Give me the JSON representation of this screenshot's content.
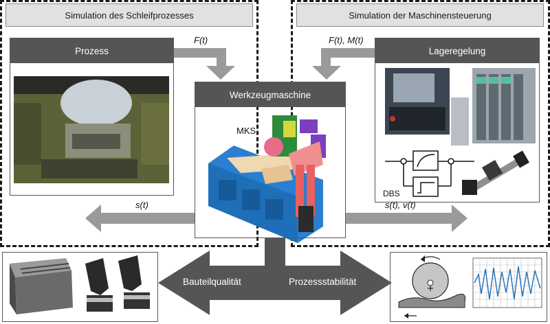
{
  "panels": {
    "left_title": "Simulation des Schleifprozesses",
    "right_title": "Simulation der Maschinensteuerung"
  },
  "boxes": {
    "prozess": "Prozess",
    "werkzeugmaschine": "Werkzeugmaschine",
    "lageregelung": "Lageregelung"
  },
  "labels": {
    "mks": "MKS",
    "dbs": "DBS"
  },
  "signals": {
    "left_in": "F(t)",
    "right_in": "F(t), M(t)",
    "left_out": "s(t)",
    "right_out": "s(t), v(t)"
  },
  "arrows": {
    "left": "Bauteilqualität",
    "right": "Prozessstabilität"
  }
}
